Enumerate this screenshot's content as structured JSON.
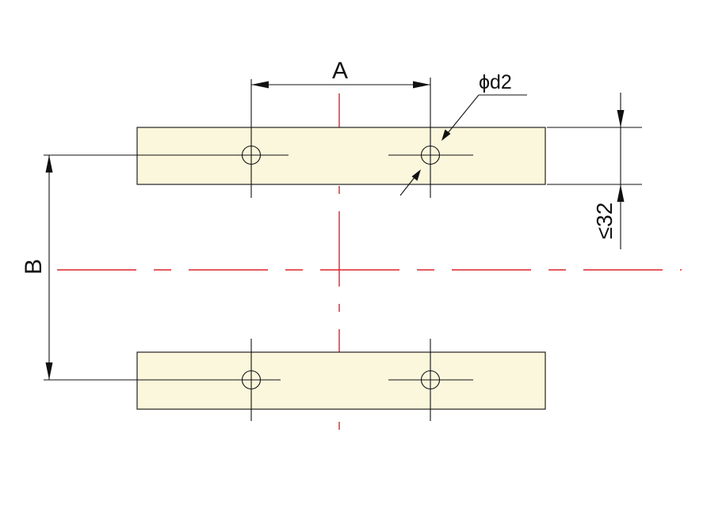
{
  "labels": {
    "dim_a": "A",
    "dim_b": "B",
    "hole_diameter": "ϕd2",
    "bar_thickness": "≤32"
  },
  "colors": {
    "bar_fill": "#fbf7dc",
    "center_line": "#e0202a",
    "line": "#111111",
    "background": "#ffffff"
  }
}
